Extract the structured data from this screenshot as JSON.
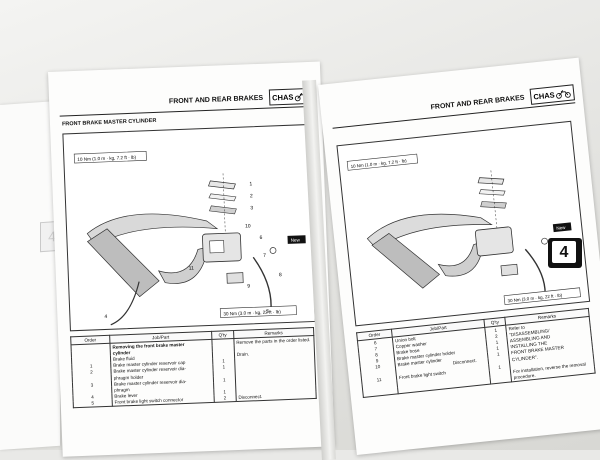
{
  "tab_number": "4",
  "left_page": {
    "header": "FRONT AND REAR BRAKES",
    "badge": "CHAS",
    "subtitle": "FRONT BRAKE MASTER CYLINDER",
    "torque_top": "10 Nm (1.0 m · kg, 7.2 ft · lb)",
    "torque_bottom": "30 Nm (3.0 m · kg, 22 ft · lb)",
    "new_label": "New",
    "callouts": [
      "1",
      "2",
      "3",
      "4",
      "5",
      "6",
      "7",
      "8",
      "9",
      "10",
      "11"
    ],
    "table": {
      "headers": [
        "Order",
        "Job/Part",
        "Q'ty",
        "Remarks"
      ],
      "rows": [
        {
          "order": "",
          "job": "Removing the front brake master",
          "qty": "",
          "remarks": "Remove the parts in the order listed."
        },
        {
          "order": "",
          "job": "cylinder",
          "qty": "",
          "remarks": ""
        },
        {
          "order": "",
          "job": "Brake fluid",
          "qty": "",
          "remarks": "Drain."
        },
        {
          "order": "1",
          "job": "Brake master cylinder reservoir cap",
          "qty": "1",
          "remarks": ""
        },
        {
          "order": "2",
          "job": "Brake master cylinder reservoir dia-",
          "qty": "1",
          "remarks": ""
        },
        {
          "order": "",
          "job": "phragm holder",
          "qty": "",
          "remarks": ""
        },
        {
          "order": "3",
          "job": "Brake master cylinder reservoir dia-",
          "qty": "1",
          "remarks": ""
        },
        {
          "order": "",
          "job": "phragm",
          "qty": "",
          "remarks": ""
        },
        {
          "order": "4",
          "job": "Brake lever",
          "qty": "1",
          "remarks": ""
        },
        {
          "order": "5",
          "job": "Front brake light switch connector",
          "qty": "2",
          "remarks": "Disconnect."
        }
      ]
    }
  },
  "right_page": {
    "header": "FRONT AND REAR BRAKES",
    "badge": "CHAS",
    "torque_top": "10 Nm (1.0 m · kg, 7.2 ft · lb)",
    "torque_bottom": "30 Nm (3.0 m · kg, 22 ft · lb)",
    "new_label": "New",
    "table": {
      "headers": [
        "Order",
        "Job/Part",
        "Q'ty",
        "Remarks"
      ],
      "rows": [
        {
          "order": "6",
          "job": "Union bolt",
          "qty": "1",
          "remarks": "Refer to"
        },
        {
          "order": "7",
          "job": "Copper washer",
          "qty": "2",
          "remarks": "\"DISASSEMBLING/"
        },
        {
          "order": "8",
          "job": "Brake hose",
          "qty": "1",
          "remarks": "ASSEMBLING AND"
        },
        {
          "order": "9",
          "job": "Brake master cylinder holder",
          "qty": "1",
          "remarks": "INSTALLING THE"
        },
        {
          "order": "10",
          "job": "Brake master cylinder",
          "qty": "1",
          "remarks": "FRONT BRAKE MASTER"
        },
        {
          "order": "",
          "job": "",
          "qty": "",
          "remarks": "CYLINDER\"."
        },
        {
          "order": "11",
          "job": "Front brake light switch",
          "qty": "1",
          "remarks": ""
        },
        {
          "order": "",
          "job": "",
          "qty": "",
          "remarks": "For installation, reverse the removal"
        },
        {
          "order": "",
          "job": "",
          "qty": "",
          "remarks": "procedure."
        }
      ],
      "disconnect_note": "Disconnect."
    }
  }
}
